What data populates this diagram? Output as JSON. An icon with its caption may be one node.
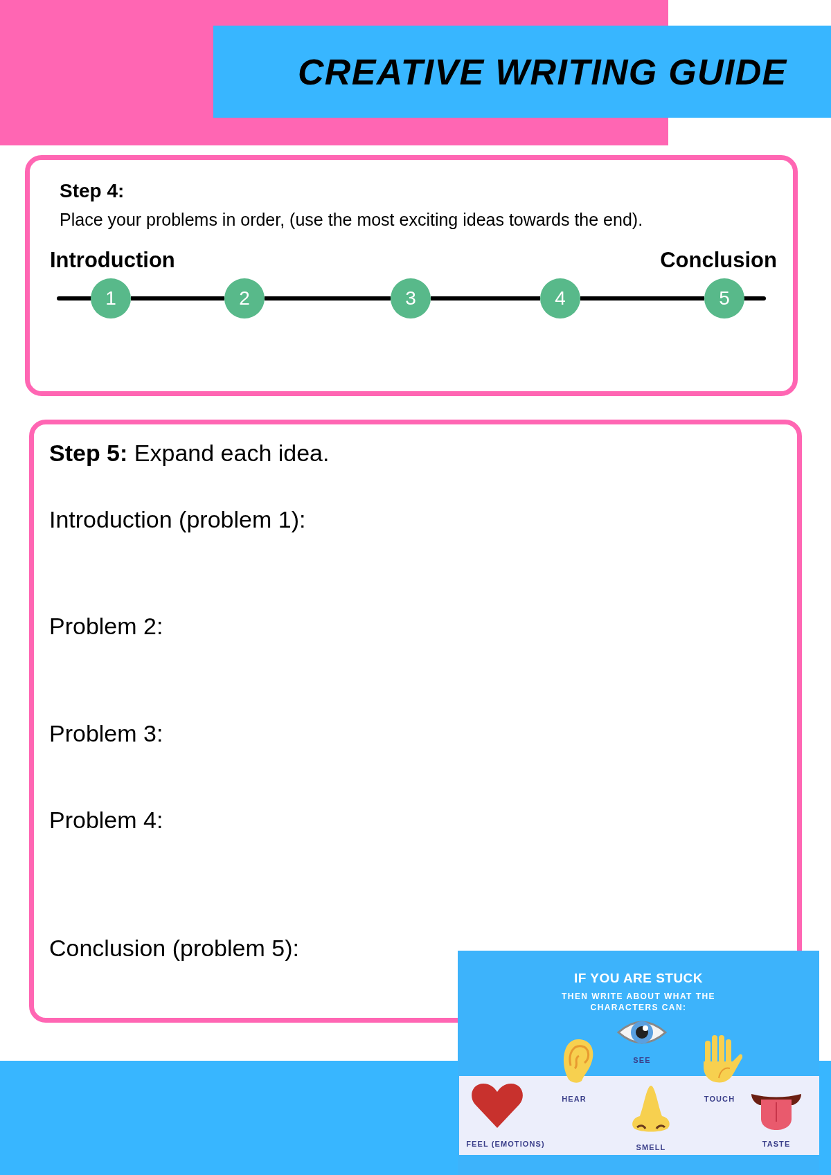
{
  "diagram": {
    "title": "CREATIVE WRITING GUIDE",
    "nodes": [
      {
        "text": [
          "Step 4:",
          "Place your problems in order, (use the most exciting ideas towards the end)."
        ]
      },
      {
        "text": [
          "1"
        ],
        "in": 0,
        "beside": [
          "Introduction"
        ]
      },
      {
        "text": [
          "2"
        ],
        "in": 0
      },
      {
        "text": [
          "3"
        ],
        "in": 0
      },
      {
        "text": [
          "4"
        ],
        "in": 0
      },
      {
        "text": [
          "5"
        ],
        "in": 0,
        "beside": [
          "Conclusion"
        ]
      },
      {
        "text": [
          "**Step 5:** Expand each idea.",
          "Introduction (problem 1):",
          "Problem 2:",
          "Problem 3:",
          "Problem 4:",
          "Conclusion (problem 5):"
        ]
      },
      {
        "text": [
          "IF YOU ARE STUCK",
          "THEN WRITE ABOUT WHAT THE CHARACTERS CAN:"
        ]
      }
    ],
    "edges": [
      {
        "from": 1,
        "to": 2,
        "arrow": "none"
      },
      {
        "from": 2,
        "to": 3,
        "arrow": "none"
      },
      {
        "from": 3,
        "to": 4,
        "arrow": "none"
      },
      {
        "from": 4,
        "to": 5,
        "arrow": "none"
      }
    ],
    "labels": [
      "SEE",
      "HEAR",
      "TOUCH",
      "FEEL (EMOTIONS)",
      "SMELL",
      "TASTE"
    ]
  }
}
